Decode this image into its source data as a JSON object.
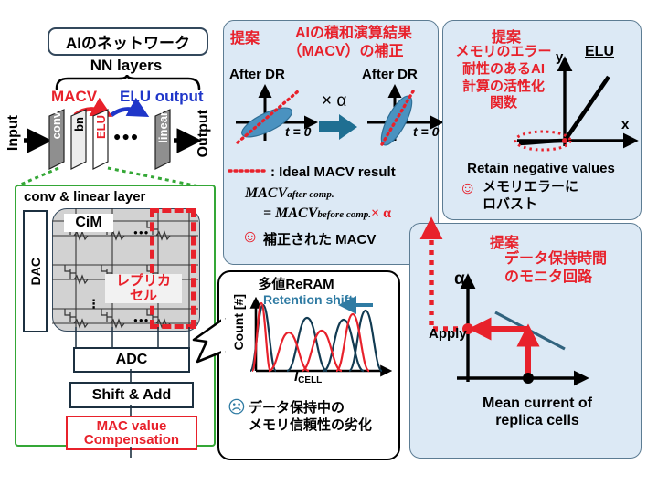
{
  "figure": {
    "title_pill": "AIのネットワーク",
    "nn_layers_label": "NN layers",
    "network": {
      "macv_label": "MACV",
      "elu_output_label": "ELU output",
      "input_label": "Input",
      "output_label": "Output",
      "layers": [
        "conv",
        "bn",
        "ELU",
        "linear"
      ],
      "ellipsis": "●●●"
    },
    "conv_linear_panel": {
      "title": "conv & linear layer",
      "dac_label": "DAC",
      "cim_label": "CiM",
      "replica_label_line1": "レプリカ",
      "replica_label_line2": "セル",
      "adc_label": "ADC",
      "shift_add_label": "Shift & Add",
      "mac_comp_line1": "MAC value",
      "mac_comp_line2": "Compensation",
      "vdots": "⋮",
      "hdots": "●●●"
    },
    "reram_panel": {
      "title": "多値ReRAM",
      "retention_shift_label": "Retention shift",
      "y_axis_label": "Count [#]",
      "x_axis_label": "I",
      "x_axis_sub": "CELL",
      "sad_face": "☹",
      "note_line1": "データ保持中の",
      "note_line2": "メモリ信頼性の劣化"
    },
    "macv_panel": {
      "proposal_tag": "提案",
      "title_line1": "AIの積和演算結果",
      "title_line2": "（MACV）の補正",
      "left_plot_label": "After DR",
      "right_plot_label": "After DR",
      "t_zero_left": "t = 0",
      "t_zero_right": "t = 0",
      "multiply_alpha": "× α",
      "legend_text": ": Ideal MACV result",
      "formula_line1_main": "MACV",
      "formula_line1_sub": "after comp.",
      "formula_line2_eq": "=",
      "formula_line2_main": "MACV",
      "formula_line2_sub": "before comp.",
      "formula_line2_tail": "× α",
      "smiley": "☺",
      "note": "補正された MACV"
    },
    "elu_panel": {
      "proposal_tag": "提案",
      "title_line1": "メモリのエラー",
      "title_line2": "耐性のあるAI",
      "title_line3": "計算の活性化",
      "title_line4": "関数",
      "elu_label": "ELU",
      "y_axis": "y",
      "x_axis": "x",
      "caption": "Retain negative values",
      "smiley": "☺",
      "note_line1": "メモリエラーに",
      "note_line2": "ロバスト"
    },
    "monitor_panel": {
      "proposal_tag": "提案",
      "title_line1": "データ保持時間",
      "title_line2": "のモニタ回路",
      "alpha_axis": "α",
      "apply_label": "Apply",
      "x_label_line1": "Mean current of",
      "x_label_line2": "replica cells"
    }
  },
  "colors": {
    "red": "#e8212b",
    "blue": "#1f36c9",
    "panel_blue_bg": "#dce9f5",
    "panel_blue_border": "#5c7c93",
    "green": "#34a736",
    "teal": "#2f7ba3",
    "dark_navy": "#1c3040",
    "ellipse_blue": "#4a92c0",
    "arrow_teal": "#1f6f92"
  }
}
